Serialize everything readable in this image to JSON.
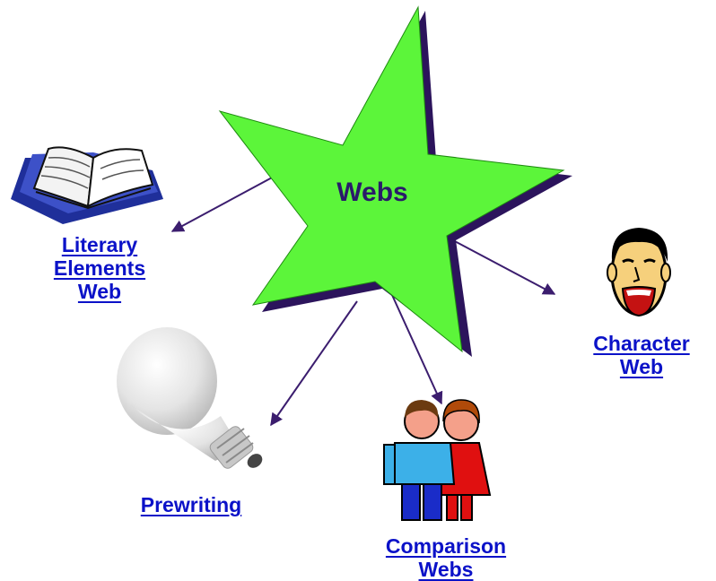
{
  "center": {
    "title": "Webs"
  },
  "nodes": [
    {
      "id": "literary",
      "lines": [
        "Literary ",
        "Elements ",
        "Web"
      ],
      "icon": "open-book-icon"
    },
    {
      "id": "character",
      "lines": [
        "Character",
        "Web"
      ],
      "icon": "laughing-face-icon"
    },
    {
      "id": "prewriting",
      "lines": [
        "Prewriting"
      ],
      "icon": "light-bulb-icon"
    },
    {
      "id": "comparison",
      "lines": [
        "Comparison ",
        "Webs"
      ],
      "icon": "two-people-icon"
    }
  ],
  "colors": {
    "star_fill": "#5cf53a",
    "star_shadow": "#2c145c",
    "arrow": "#3b1d6e",
    "link": "#0b12c8"
  }
}
